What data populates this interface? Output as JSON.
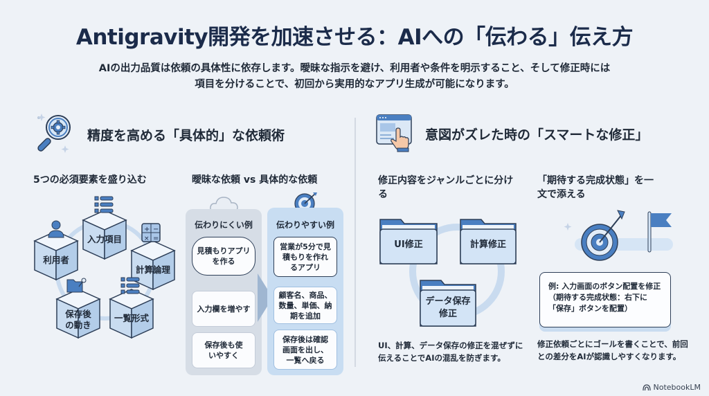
{
  "header": {
    "title": "Antigravity開発を加速させる：AIへの「伝わる」伝え方",
    "subtitle_line1": "AIの出力品質は依頼の具体性に依存します。曖昧な指示を避け、利用者や条件を明示すること、そして修正時には",
    "subtitle_line2": "項目を分けることで、初回から実用的なアプリ生成が可能になります。"
  },
  "left_section": {
    "icon": "magnifier-gear-icon",
    "heading": "精度を高める「具体的」な依頼術",
    "elements": {
      "heading": "5つの必須要素を盛り込む",
      "items": [
        {
          "label": "入力項目",
          "icon": "list-icon"
        },
        {
          "label": "計算論理",
          "icon": "calculator-icon"
        },
        {
          "label": "一覧形式",
          "icon": "list-icon"
        },
        {
          "label": "保存後の動き",
          "icon": "folder-save-icon"
        },
        {
          "label": "利用者",
          "icon": "user-icon"
        }
      ]
    },
    "comparison": {
      "heading": "曖昧な依頼 vs 具体的な依頼",
      "bad": {
        "icon": "cloud-icon",
        "title": "伝わりにくい例",
        "items": [
          "見積もりアプリを作る",
          "入力欄を増やす",
          "保存後も使いやすく"
        ]
      },
      "good": {
        "icon": "target-icon",
        "title": "伝わりやすい例",
        "items": [
          "営業が5分で見積もりを作れるアプリ",
          "顧客名、商品、数量、単価、納期を追加",
          "保存後は確認画面を出し、一覧へ戻る"
        ]
      }
    }
  },
  "right_section": {
    "icon": "browser-pointer-icon",
    "heading": "意図がズレた時の「スマートな修正」",
    "genre": {
      "heading": "修正内容をジャンルごとに分ける",
      "folders": [
        "UI修正",
        "計算修正",
        "データ保存修正"
      ],
      "description": "UI、計算、データ保存の修正を混ぜずに伝えることでAIの混乱を防ぎます。"
    },
    "goal": {
      "heading": "「期待する完成状態」を一文で添える",
      "example": "例: 入力画面のボタン配置を修正（期待する完成状態：右下に「保存」ボタンを配置）",
      "description": "修正依頼ごとにゴールを書くことで、前回との差分をAIが認識しやすくなります。"
    }
  },
  "footer": {
    "brand": "NotebookLM"
  },
  "colors": {
    "accent": "#4a7fc1",
    "title": "#1b2b4a",
    "background": "#eef2f7"
  }
}
